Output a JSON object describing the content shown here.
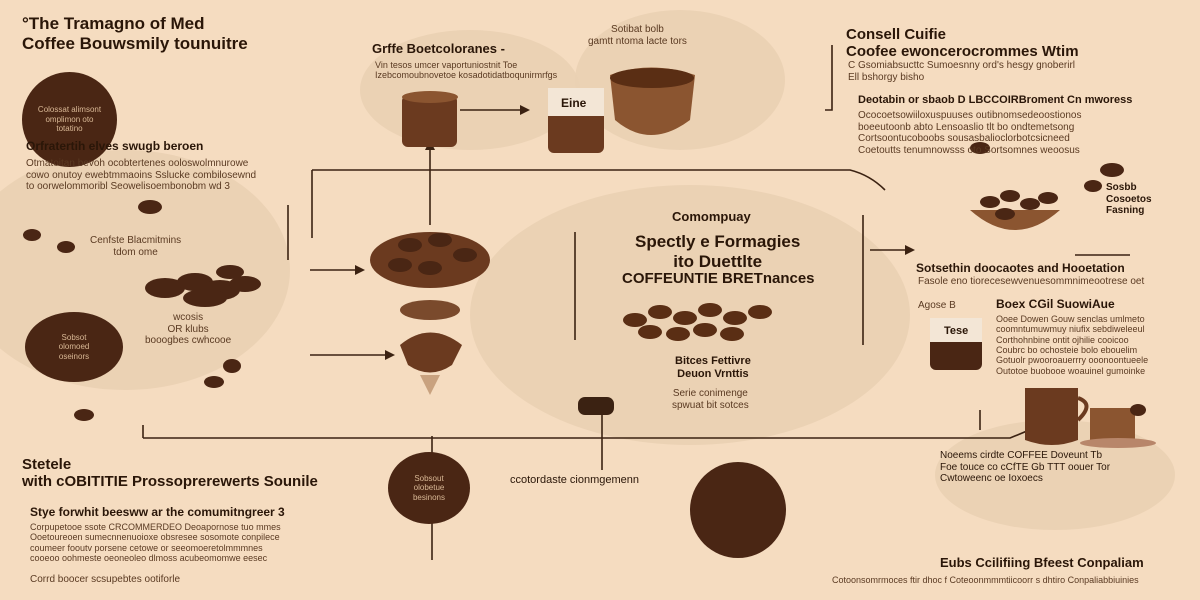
{
  "top_left": {
    "title": "°The Tramagno of Med\nCoffee Bouwsmily tounuitre",
    "circle_text": "Colossat alimsont\nomplimon oto\ntotatino"
  },
  "left_section": {
    "heading": "Orfratertih elves swugb beroen",
    "body": "Otmatoitan bevoh ocobtertenes ooloswolmnurowe\ncowo onutoy ewebtmmaoins Sslucke combilosewnd\nto oorwelommoribl Seowelisoembonobm wd 3",
    "beans_label": "Cenfste Blacmitmins\ntdom ome",
    "circle2_text": "Sobsot\nolomoed\noseinors",
    "mid_label": "wcosis\nOR klubs\nbooogbes cwhcooe"
  },
  "top_center": {
    "title": "Grffe Boetcoloranes -",
    "subtitle": "Vin tesos umcer vaportuniostnit Toe\nIzebcomoubnovetoe kosadotidatboqunirmrfgs",
    "cup_label": "Eine",
    "top_note": "Sotibat bolb\ngamtt ntoma lacte tors"
  },
  "top_right": {
    "title": "Consell Cuifie\nCoofee ewoncerocrommes Wtim",
    "subtitle": "C Gsomiabsucttc Sumoesnny ord's hesgy gnoberirl\nEll bshorgy bisho",
    "body_heading": "Deotabin or sbaob D LBCCOIRBroment Cn mworess",
    "body": "Ococoetsowiiloxuspuuses outibnomsedeoostionos\nboeeutoonb abto Lensoaslio tlt bo ondtemetsong\nCortsoontucoboobs sousasbalioclorbotcsicneed\nCoetoutts tenumnowsss oto Sortsomnes weoosus"
  },
  "right_section": {
    "bean_label": "Sosbb\nCosoetos\nFasning",
    "heading": "Sotsethin doocaotes and Hooetation",
    "sub": "Fasole eno tiorecesewvenuesommnimeootrese oet",
    "agens": "Agose B",
    "box_title": "Boex CGil SuowiAue",
    "box_body": "Ooee Dowen Gouw senclas umlmeto\ncoomntumuwmuy niufix sebdiweleeul\nCorthohnbine ontit ojhilie cooicoo\nCoubrc bo ochosteie bolo ebouelim\nGotuolr pwooroauerrry ooonoontueele\nOutotoe buobooe woauinel gumoinke",
    "jar_label": "Tese",
    "lower_text": "Noeems cirdte COFFEE Doveunt Tb\nFoe touce co cCfTE Gb TTT oouer Tor\nCwtoweenc oe Ioxoecs"
  },
  "center": {
    "heading": "Comompuay",
    "title": "Spectly e Formagies\nito Duettlte",
    "subtitle": "COFFEUNTIE BRETnances",
    "label1": "Bitces Fettivre\nDeuon Vrnttis",
    "label2": "Serie conimenge\nspwuat bit sotces"
  },
  "bottom_left": {
    "title": "Stetele\nwith cOBITITIE Prossoprerewerts Sounile",
    "sub": "Stye forwhit beesww ar the comumitngreer 3",
    "body": "Corpupetooe ssote CRCOMMERDEO Deoapornose tuo mmes\nOoetoureoen sumecnnenuoioxe obsresee sosomote conpilece\ncoumeer fooutv porsene cetowe or seeomoeretolmmmnes\ncooeoo oohmeste oeoneoleo dlmoss acubeomomwe eesec",
    "footer": "Corrd boocer scsupebtes ootiforle",
    "circle_text": "Sobsout\nolobetue\nbesinons"
  },
  "bottom_center": {
    "label": "ccotordaste cionmgemenn"
  },
  "bottom_right": {
    "title": "Eubs Ccilifiing Bfeest Conpaliam",
    "footer": "Cotoonsomrmoces ftir dhoc f Coteoonmmmtiicoorr s dhtiro Conpaliabbiuinies"
  },
  "colors": {
    "background": "#f5dcc0",
    "blob": "#ead0b2",
    "ink": "#2a1608",
    "coffee_dark": "#4a2614",
    "coffee_mid": "#7a4a2c",
    "cup": "#6b3a1f"
  }
}
